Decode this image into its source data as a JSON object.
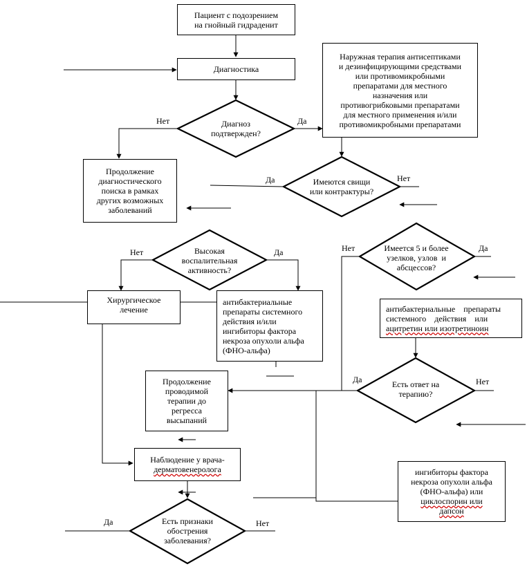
{
  "nodes": {
    "n_start": [
      "Пациент с подозрением",
      "на гнойный гидраденит"
    ],
    "n_diag": [
      "Диагностика"
    ],
    "q_confirmed": [
      "Диагноз",
      "подтвержден?"
    ],
    "n_external": [
      "Наружная терапия антисептиками",
      "и дезинфицирующими средствами",
      "или противомикробными",
      "препаратами для местного",
      "назначения или",
      "противогрибковыми препаратами",
      "для местного применения и/или",
      "противомикробными препаратами"
    ],
    "n_continue_search": [
      "Продолжение",
      "диагностического",
      "поиска в рамках",
      "других возможных",
      "заболеваний"
    ],
    "q_fistula": [
      "Имеются свищи",
      "или контрактуры?"
    ],
    "q_inflammation": [
      "Высокая",
      "воспалительная",
      "активность?"
    ],
    "q_nodes5": [
      "Имеется 5 и более",
      "узелков, узлов  и",
      "абсцессов?"
    ],
    "n_surgery": [
      "Хирургическое",
      "лечение"
    ],
    "n_antibact_tnf": [
      "антибактериальные",
      "препараты системного",
      "действия и/или",
      "ингибиторы фактора",
      "некроза опухоли альфа",
      "(ФНО-альфа)"
    ],
    "n_antibact_acitretin": [
      "антибактериальные    препараты",
      "системного    действия    или",
      "ацитретин или изотретиноин"
    ],
    "q_response": [
      "Есть ответ на",
      "терапию?"
    ],
    "n_continue_therapy": [
      "Продолжение",
      "проводимой",
      "терапии до",
      "регресса",
      "высыпаний"
    ],
    "n_observation": [
      "Наблюдение у врача-",
      "дерматовенеролога"
    ],
    "n_tnf_cyclo": [
      "ингибиторы фактора",
      "некроза опухоли альфа",
      "(ФНО-альфа) или",
      "циклоспорин или",
      "дапсон"
    ],
    "q_flare": [
      "Есть признаки",
      "обострения",
      "заболевания?"
    ]
  },
  "labels": {
    "confirmed_no": "Нет",
    "confirmed_yes": "Да",
    "fistula_yes": "Да",
    "fistula_no": "Нет",
    "inflammation_no": "Нет",
    "inflammation_yes": "Да",
    "nodes5_no": "Нет",
    "nodes5_yes": "Да",
    "response_yes": "Да",
    "response_no": "Нет",
    "flare_yes": "Да",
    "flare_no": "Нет"
  },
  "colors": {
    "line": "#000000",
    "spellcheck_underline": "#d00000"
  }
}
